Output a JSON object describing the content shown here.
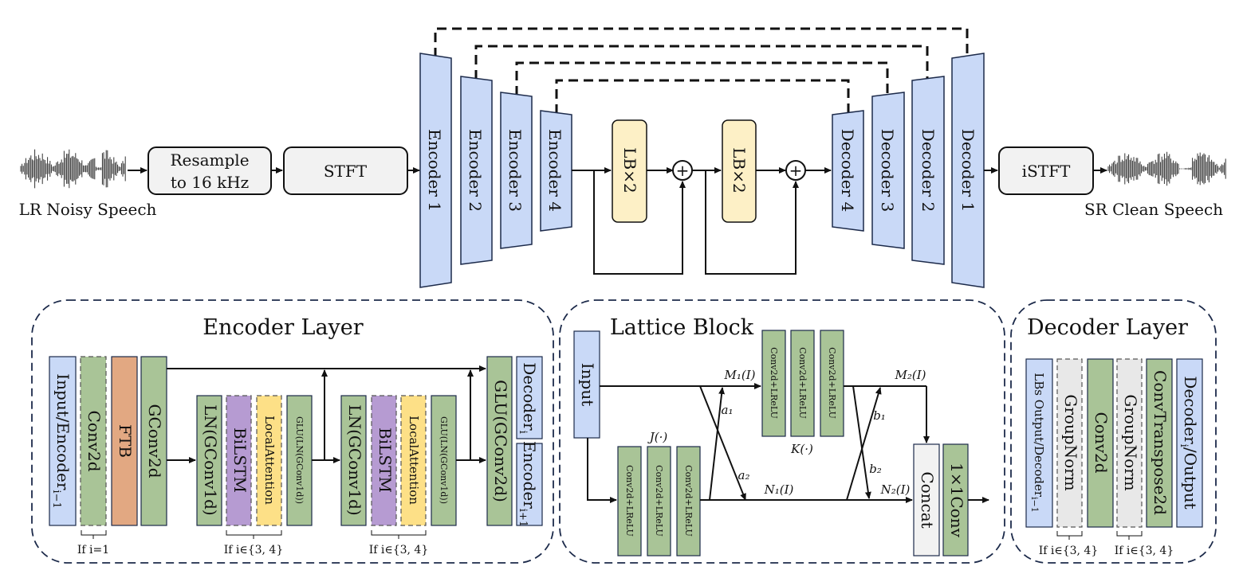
{
  "top": {
    "input_label": "LR Noisy Speech",
    "output_label": "SR Clean Speech",
    "resample": [
      "Resample",
      "to 16 kHz"
    ],
    "stft": "STFT",
    "istft": "iSTFT",
    "encoders": [
      "Encoder 1",
      "Encoder 2",
      "Encoder 3",
      "Encoder 4"
    ],
    "lattice_blocks": [
      "LB×2",
      "LB×2"
    ],
    "decoders": [
      "Decoder 4",
      "Decoder 3",
      "Decoder 2",
      "Decoder 1"
    ],
    "plus": "+"
  },
  "encoder_layer": {
    "title": "Encoder Layer",
    "input_main": "Input/Encoder",
    "input_sub": "i−1",
    "conv2d": "Conv2d",
    "ftb": "FTB",
    "gconv2d": "GConv2d",
    "ln_gconv1d": "LN(GConv1d)",
    "bilstm": "BiLSTM",
    "local_attention": "LocalAttention",
    "glu_ln": "GLU(LN(GConv1d))",
    "glu_gconv2d": "GLU(GConv2d)",
    "decoder_main": "Decoder",
    "decoder_sub": "i",
    "encoder_main": "Encoder",
    "encoder_sub": "i+1",
    "note_if1": "If i=1",
    "note_if34": "If i∈{3, 4}"
  },
  "lattice_block": {
    "title": "Lattice Block",
    "input": "Input",
    "conv_lrelu": "Conv2d+LReLU",
    "j_label": "J(·)",
    "k_label": "K(·)",
    "m1": "M₁(I)",
    "m2": "M₂(I)",
    "n1": "N₁(I)",
    "n2": "N₂(I)",
    "a1": "a₁",
    "a2": "a₂",
    "b1": "b₁",
    "b2": "b₂",
    "concat": "Concat",
    "conv1x1": "1×1Conv"
  },
  "decoder_layer": {
    "title": "Decoder Layer",
    "lbs_main": "LBs Output/Decoder",
    "lbs_sub": "i−1",
    "groupnorm": "GroupNorm",
    "conv2d": "Conv2d",
    "convtranspose": "ConvTranspose2d",
    "output_main": "Decoder",
    "output_sub": "i",
    "output_tail": "/Output",
    "note_if34": "If i∈{3, 4}"
  },
  "colors": {
    "blue": "#c9d9f7",
    "green": "#a9c497",
    "orange": "#e2a882",
    "purple": "#b69bd2",
    "yellow": "#fde087",
    "cream": "#fdf0c6",
    "gray": "#e8e8e8",
    "boxgray": "#f2f2f2",
    "stroke": "#1c2a4a"
  }
}
